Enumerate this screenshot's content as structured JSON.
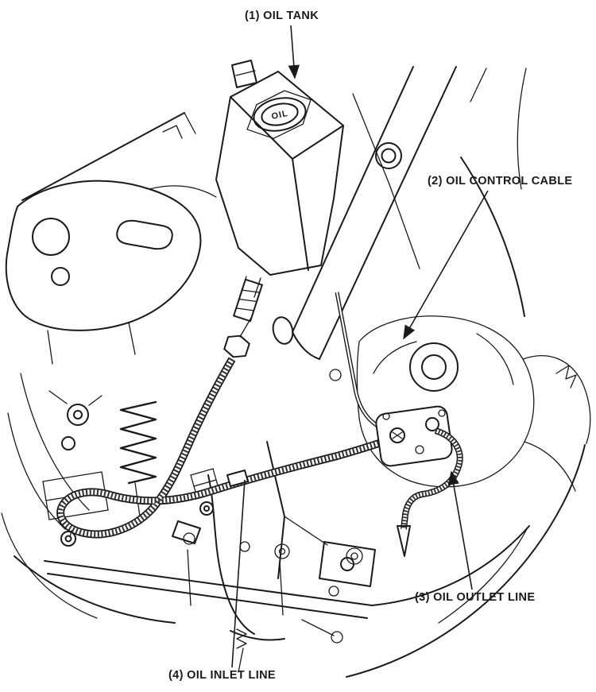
{
  "colors": {
    "ink": "#1a1a1a",
    "paper": "#ffffff"
  },
  "figure": {
    "tank_cap_text": "OIL",
    "callouts": [
      {
        "number": "(1)",
        "name": "OIL TANK",
        "text": "(1) OIL TANK"
      },
      {
        "number": "(2)",
        "name": "OIL CONTROL CABLE",
        "text": "(2) OIL CONTROL CABLE"
      },
      {
        "number": "(3)",
        "name": "OIL OUTLET LINE",
        "text": "(3) OIL OUTLET LINE"
      },
      {
        "number": "(4)",
        "name": "OIL INLET LINE",
        "text": "(4) OIL INLET LINE"
      }
    ]
  }
}
